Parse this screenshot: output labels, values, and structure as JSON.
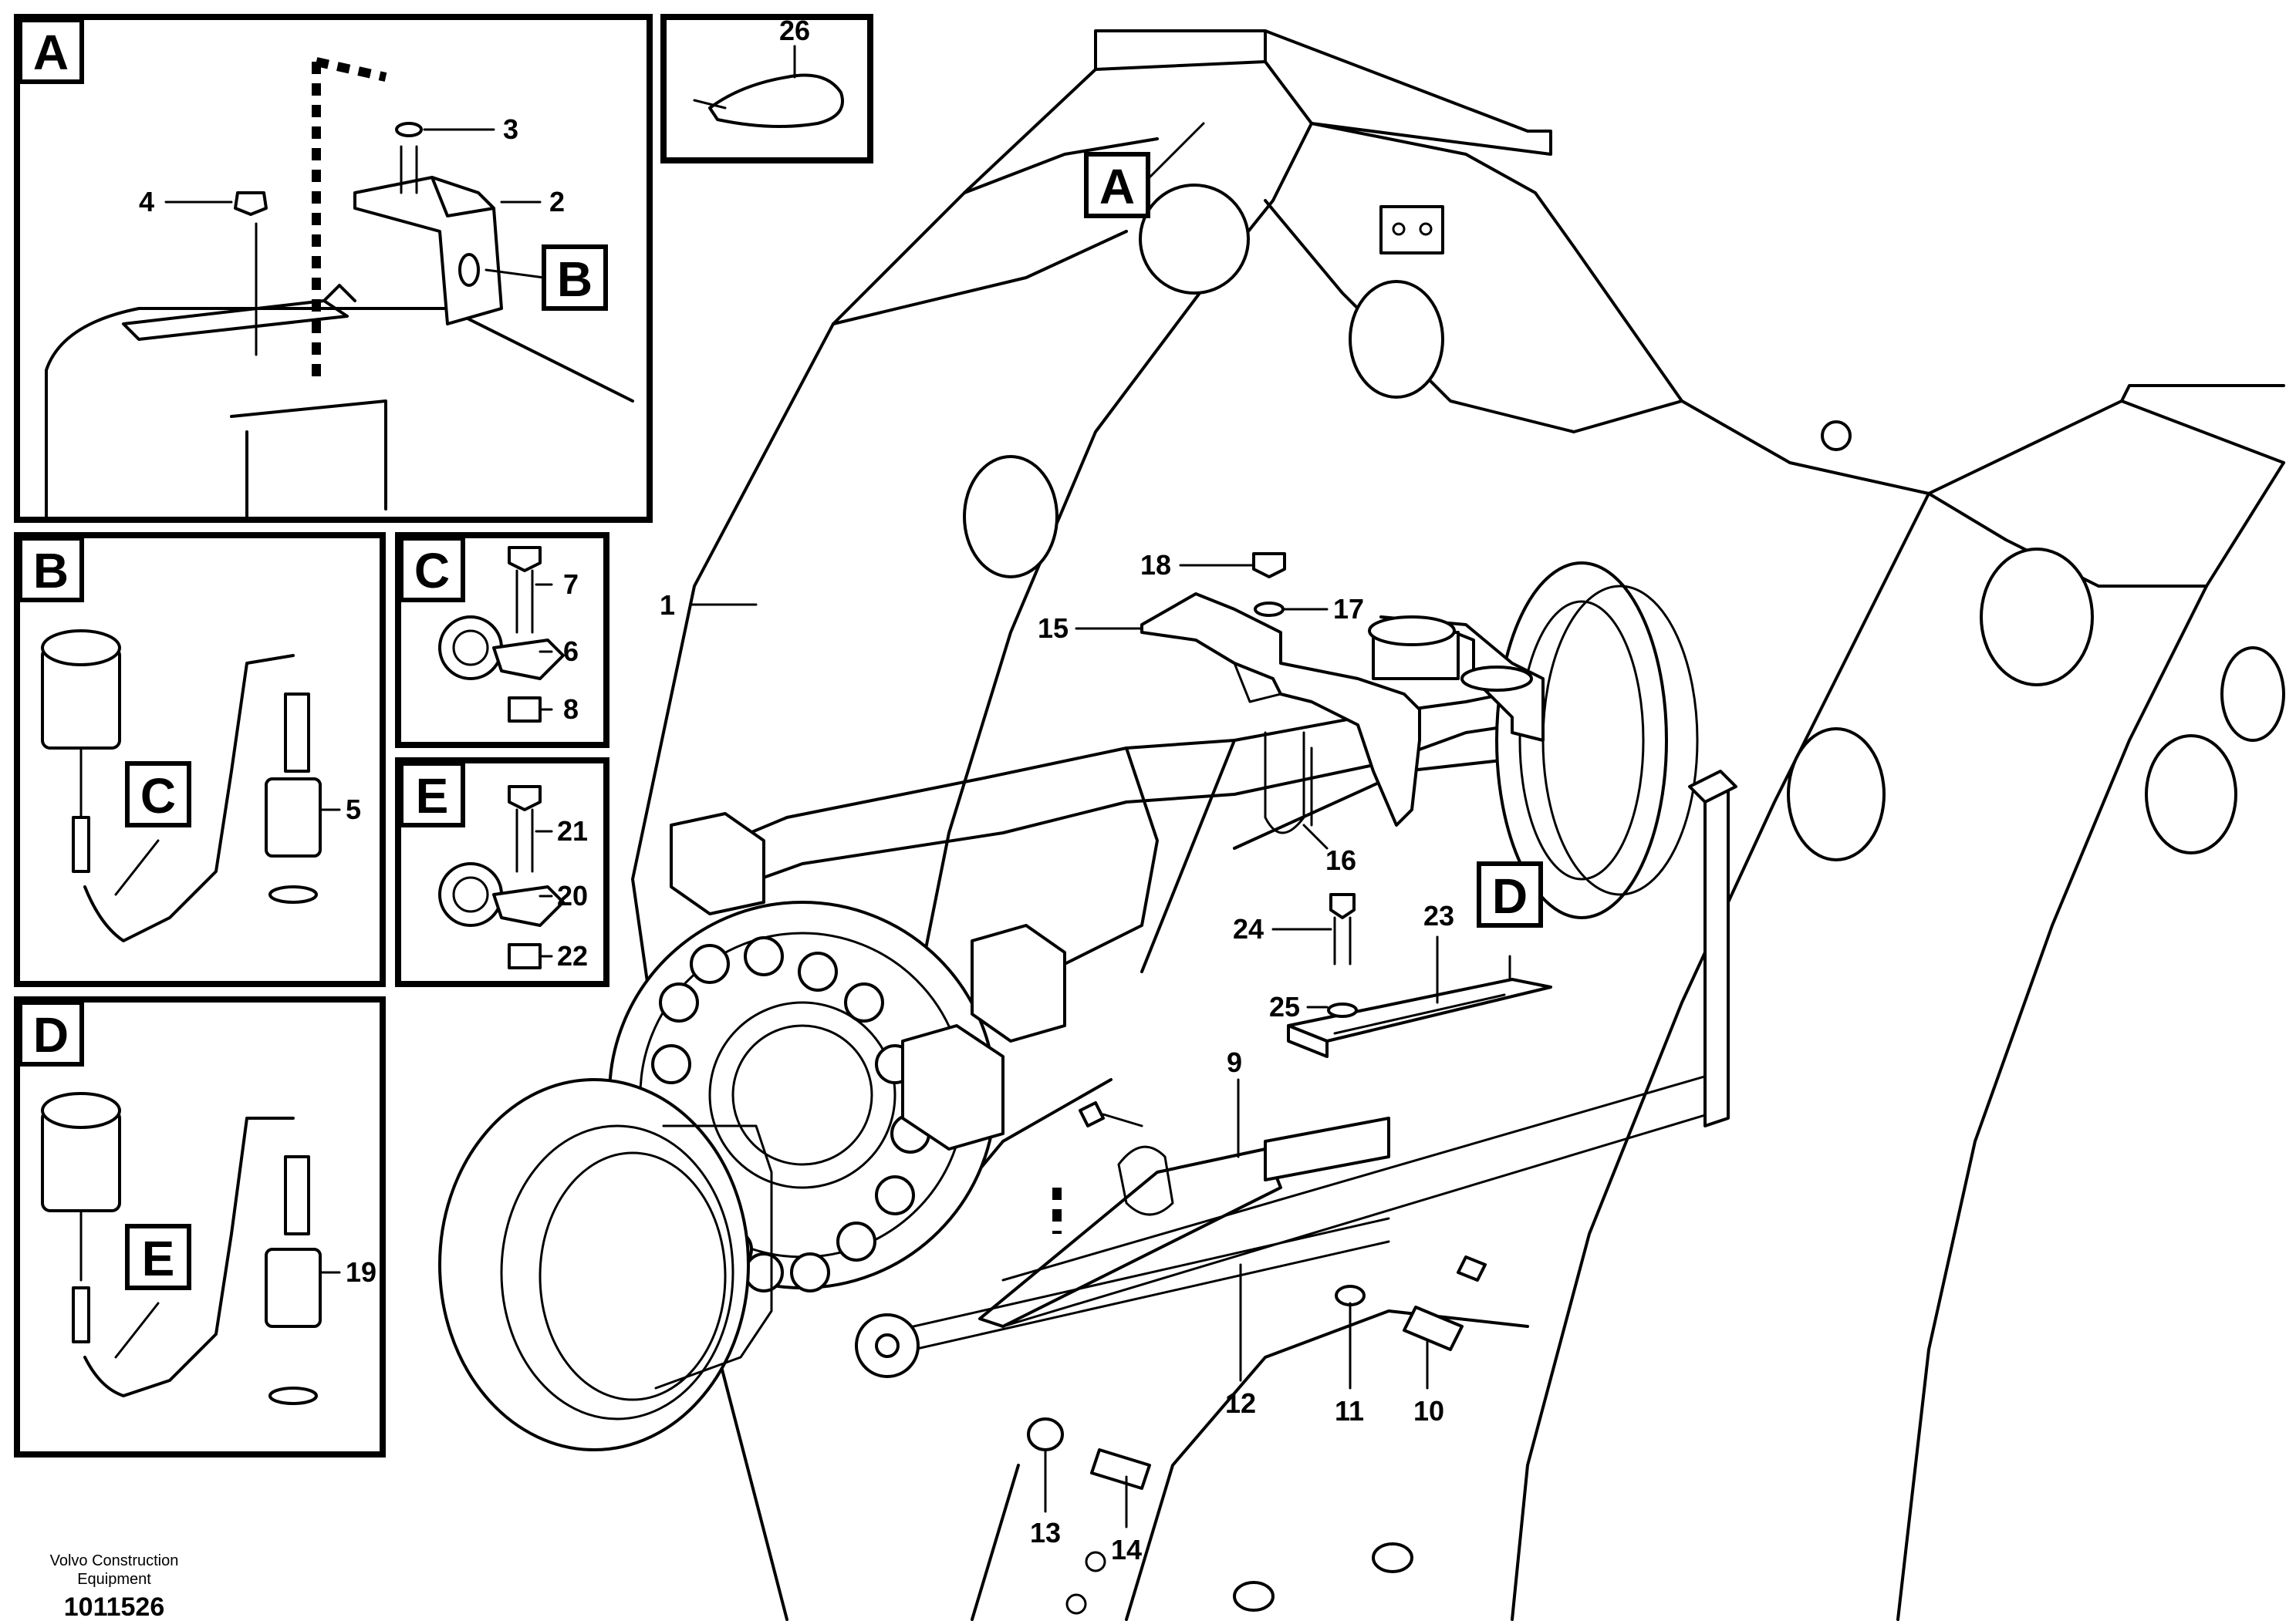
{
  "callouts": {
    "c1": "1",
    "c2": "2",
    "c3": "3",
    "c4": "4",
    "c5": "5",
    "c6": "6",
    "c7": "7",
    "c8": "8",
    "c9": "9",
    "c10": "10",
    "c11": "11",
    "c12": "12",
    "c13": "13",
    "c14": "14",
    "c15": "15",
    "c16": "16",
    "c17": "17",
    "c18": "18",
    "c19": "19",
    "c20": "20",
    "c21": "21",
    "c22": "22",
    "c23": "23",
    "c24": "24",
    "c25": "25",
    "c26": "26"
  },
  "detail_tags": {
    "A": "A",
    "B": "B",
    "C": "C",
    "D": "D",
    "E": "E"
  },
  "footer": {
    "company_line1": "Volvo Construction",
    "company_line2": "Equipment",
    "drawing_number": "1011526"
  }
}
